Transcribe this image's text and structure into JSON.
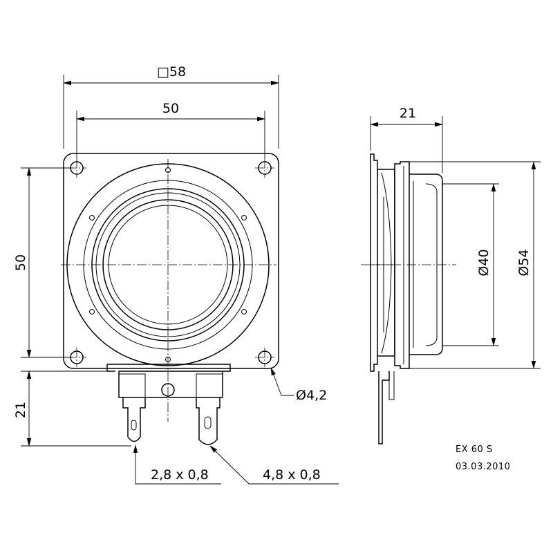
{
  "front_view": {
    "dim_overall": "□58",
    "dim_hole_spacing_h": "50",
    "dim_hole_spacing_v": "50",
    "dim_terminal_height": "21",
    "dim_hole_diameter": "Ø4,2",
    "dim_terminal_small": "2,8 x 0,8",
    "dim_terminal_large": "4,8 x 0,8"
  },
  "side_view": {
    "dim_depth": "21",
    "dim_diameter_inner": "Ø40",
    "dim_diameter_outer": "Ø54"
  },
  "title_block": {
    "model": "EX 60 S",
    "date": "03.03.2010"
  }
}
